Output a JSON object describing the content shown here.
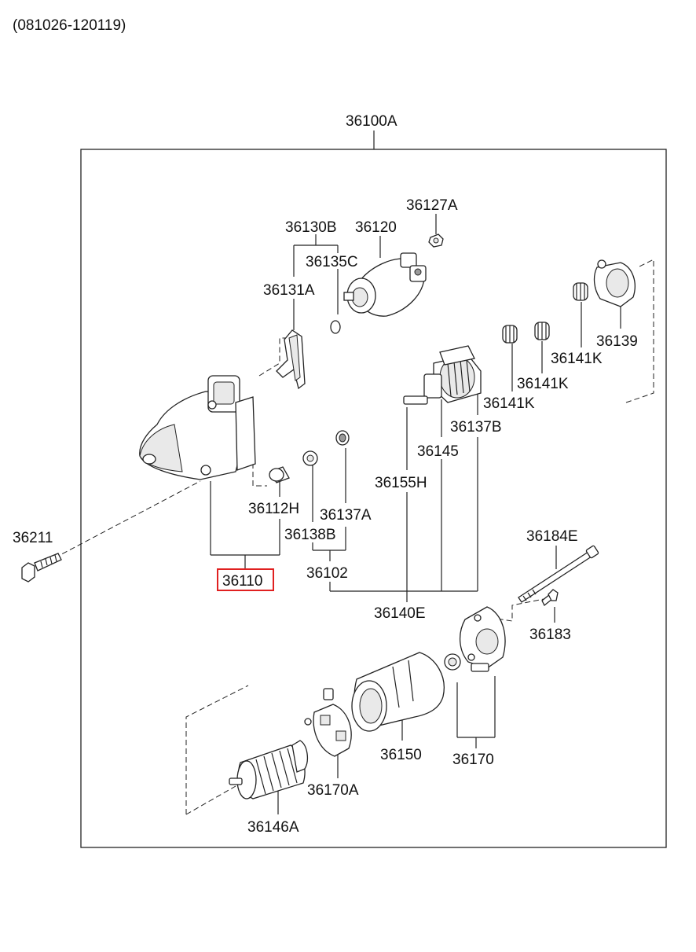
{
  "header": {
    "date_range": "(081026-120119)"
  },
  "diagram": {
    "assembly_label": "36100A",
    "highlighted_part": "36110",
    "parts": {
      "p36127A": "36127A",
      "p36130B": "36130B",
      "p36120": "36120",
      "p36135C": "36135C",
      "p36131A": "36131A",
      "p36139": "36139",
      "p36141K_1": "36141K",
      "p36141K_2": "36141K",
      "p36141K_3": "36141K",
      "p36137B": "36137B",
      "p36145": "36145",
      "p36155H": "36155H",
      "p36112H": "36112H",
      "p36137A": "36137A",
      "p36138B": "36138B",
      "p36211": "36211",
      "p36184E": "36184E",
      "p36102": "36102",
      "p36110": "36110",
      "p36140E": "36140E",
      "p36183": "36183",
      "p36150": "36150",
      "p36170": "36170",
      "p36170A": "36170A",
      "p36146A": "36146A"
    }
  }
}
